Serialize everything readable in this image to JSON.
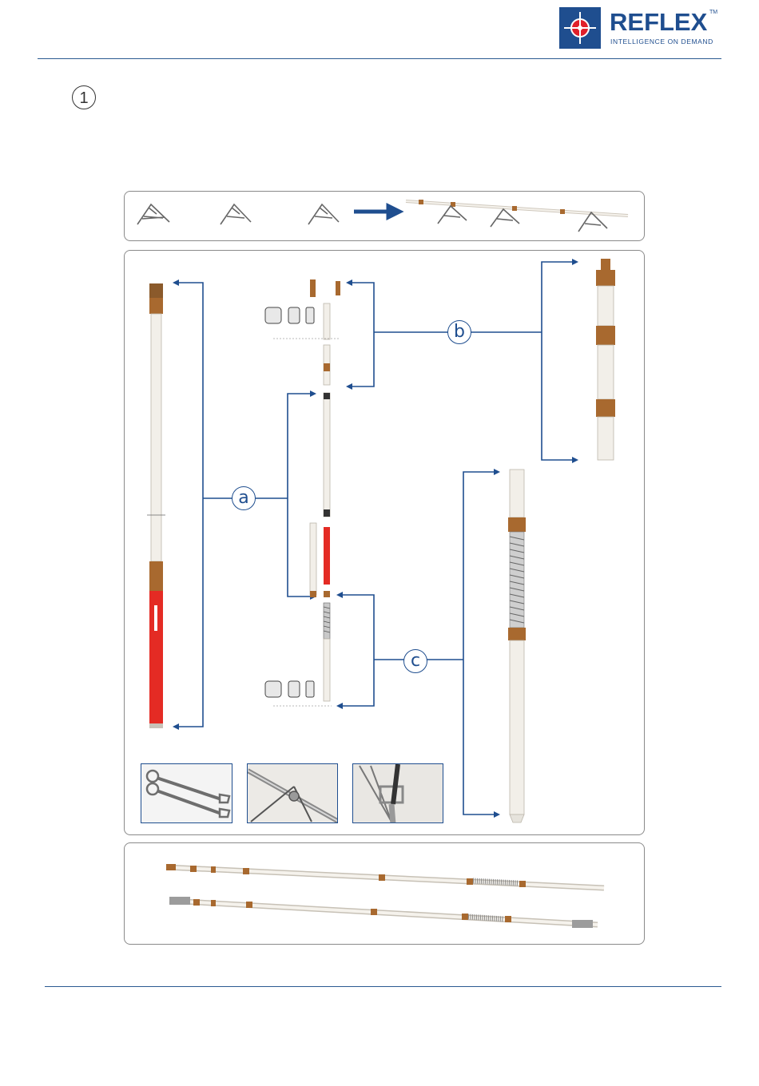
{
  "header": {
    "brand": "REFLEX",
    "trademark": "TM",
    "tagline": "INTELLIGENCE ON DEMAND",
    "brand_color": "#1f4e8f",
    "accent_color": "#e0202a"
  },
  "step": {
    "number": "1"
  },
  "callouts": {
    "a": "a",
    "b": "b",
    "c": "c"
  },
  "colors": {
    "line": "#1f4e8f",
    "brass": "#a8692f",
    "red_housing": "#e42b24",
    "tube": "#f2efe9"
  }
}
